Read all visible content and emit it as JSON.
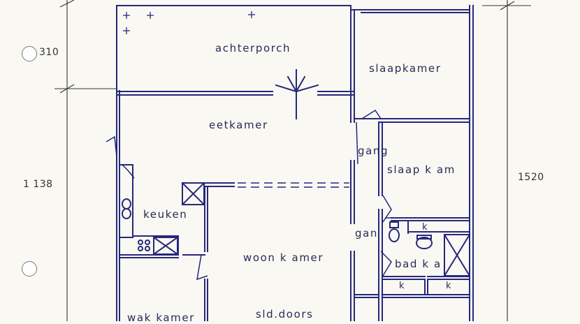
{
  "rooms": {
    "achterporch": "achterporch",
    "slaapkamer_1": "slaapkamer",
    "eetkamer": "eetkamer",
    "gang_1": "gang",
    "slaapkamer_2": "slaap k am",
    "keuken": "keuken",
    "gang_2": "gan",
    "woonkamer": "woon k amer",
    "badkamer": "bad k a",
    "sld_doors": "sld.doors",
    "wakkamer": "wak kamer",
    "closet_1": "k",
    "closet_2": "k",
    "closet_3": "k"
  },
  "dimensions": {
    "left_top": "310",
    "left_mid": "1 138",
    "right_mid": "1520"
  },
  "colors": {
    "wall": "#26287a",
    "dimension_line": "#333333",
    "label": "#2a2a55",
    "paper": "#f9f8f3"
  }
}
